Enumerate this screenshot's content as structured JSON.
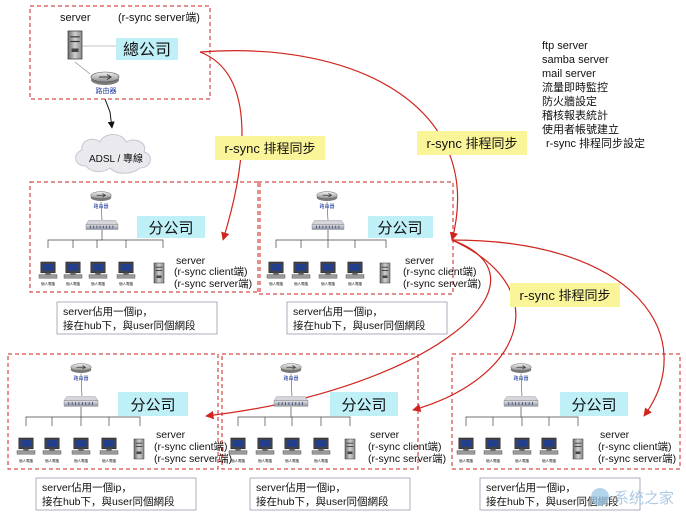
{
  "hq": {
    "server_label": "server",
    "server_role": "(r-sync server端)",
    "name": "總公司",
    "router_label": "路由器",
    "cloud_label": "ADSL / 專線"
  },
  "services": [
    "ftp server",
    "samba server",
    "mail server",
    "流量即時監控",
    "防火牆設定",
    "稽核報表統計",
    "使用者帳號建立",
    "r-sync 排程同步設定"
  ],
  "sync_labels": [
    "r-sync 排程同步",
    "r-sync 排程同步",
    "r-sync 排程同步"
  ],
  "branch": {
    "name": "分公司",
    "router_label": "路由器",
    "pc_label": "個人電腦",
    "server_label": "server",
    "server_role_client": "(r-sync client端)",
    "server_role_server": "(r-sync server端)",
    "note_line1": "server佔用一個ip，",
    "note_line2": "接在hub下，與user同個網段"
  },
  "watermark": "系统之家",
  "colors": {
    "dashed_border": "#cc2222",
    "arrow": "#d0241c",
    "label_cyan": "#bfeff7",
    "label_yellow": "#fbf59a"
  }
}
